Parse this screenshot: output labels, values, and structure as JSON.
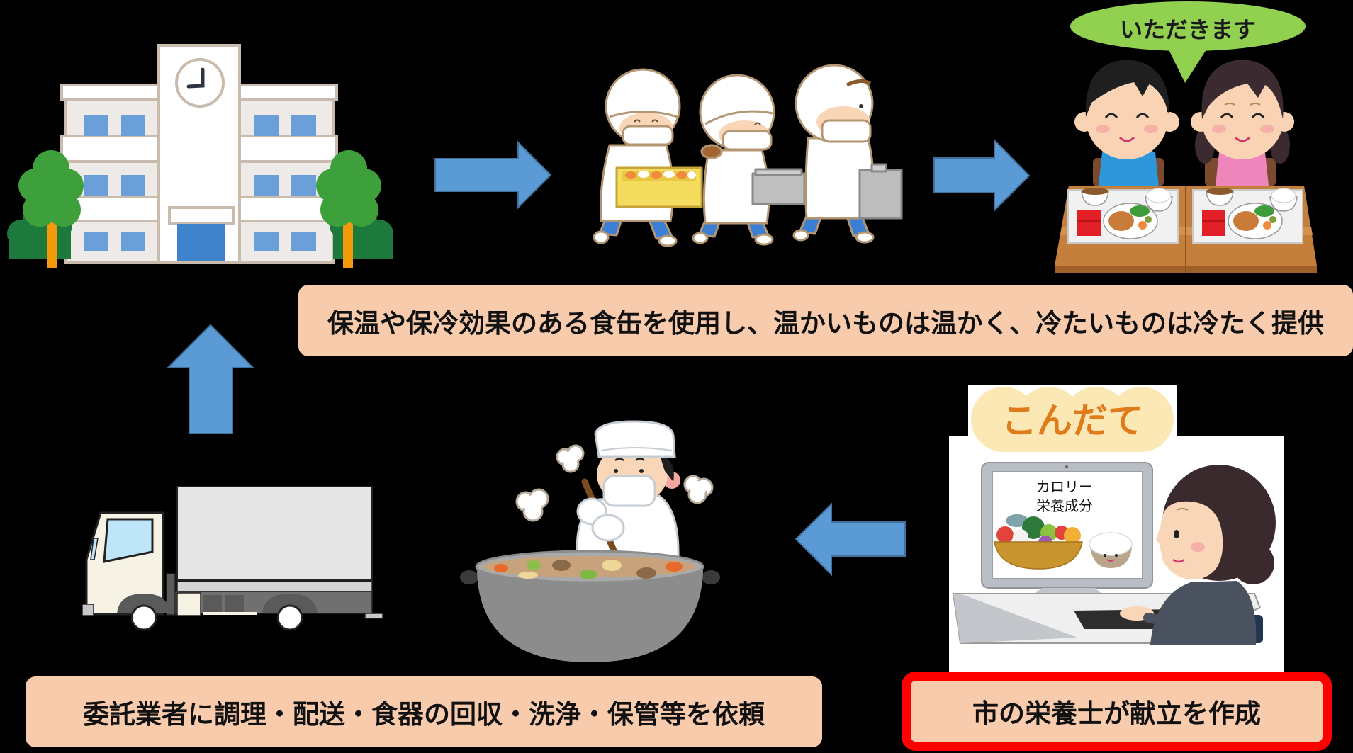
{
  "captions": {
    "top_delivery": "保温や保冷効果のある食缶を使用し、温かいものは温かく、冷たいものは冷たく提供",
    "bottom_contractor": "委託業者に調理・配送・食器の回収・洗浄・保管等を依頼",
    "bottom_nutritionist": "市の栄養士が献立を作成"
  },
  "speech_bubble": {
    "text": "いただきます",
    "color": "#92D050"
  },
  "menu_panel": {
    "heading": "こんだて",
    "screen_lines": [
      "カロリー",
      "栄養成分"
    ]
  },
  "illustrations": [
    {
      "name": "school-building",
      "description": "school with clock tower and trees"
    },
    {
      "name": "lunch-duty-students",
      "description": "three students in white coats carrying food containers"
    },
    {
      "name": "students-eating",
      "description": "two children seated at table with lunch trays"
    },
    {
      "name": "delivery-truck",
      "description": "box truck"
    },
    {
      "name": "cook-stirring-pot",
      "description": "cook in white uniform stirring large pot"
    },
    {
      "name": "nutritionist-at-computer",
      "description": "woman at computer planning menu"
    }
  ],
  "arrows": [
    {
      "name": "arrow-school-to-students",
      "direction": "right"
    },
    {
      "name": "arrow-students-to-eating",
      "direction": "right"
    },
    {
      "name": "arrow-truck-to-school",
      "direction": "up"
    },
    {
      "name": "arrow-menu-to-cooking",
      "direction": "left"
    }
  ],
  "colors": {
    "background": "#000000",
    "arrow_fill": "#5B9BD5",
    "arrow_stroke": "#41719C",
    "caption_fill": "#F8CBAD",
    "highlight_border": "#FF0000",
    "menu_heading": "#E07B1C"
  }
}
